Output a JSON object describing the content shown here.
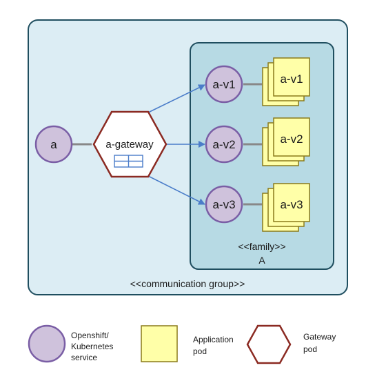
{
  "colors": {
    "group_fill": "#dcedf4",
    "group_stroke": "#1f4e5f",
    "family_fill": "#b7dae4",
    "service_fill": "#cfc2dc",
    "service_stroke": "#7a5ea5",
    "pod_fill": "#ffffa8",
    "pod_stroke": "#8a7a1a",
    "gateway_stroke": "#8b2a22",
    "gateway_icon": "#4a7cc9",
    "arrow": "#4a7cc9",
    "link": "#888888"
  },
  "diagram": {
    "service_a": "a",
    "gateway": "a-gateway",
    "gateway_icon": "table-grid-icon",
    "services": [
      "a-v1",
      "a-v2",
      "a-v3"
    ],
    "pods": [
      "a-v1",
      "a-v2",
      "a-v3"
    ],
    "family_label_1": "<<family>>",
    "family_label_2": "A",
    "group_label": "<<communication group>>"
  },
  "legend": {
    "service_line1": "Openshift/",
    "service_line2": "Kubernetes",
    "service_line3": "service",
    "pod_line1": "Application",
    "pod_line2": "pod",
    "gateway_line1": "Gateway",
    "gateway_line2": "pod"
  }
}
